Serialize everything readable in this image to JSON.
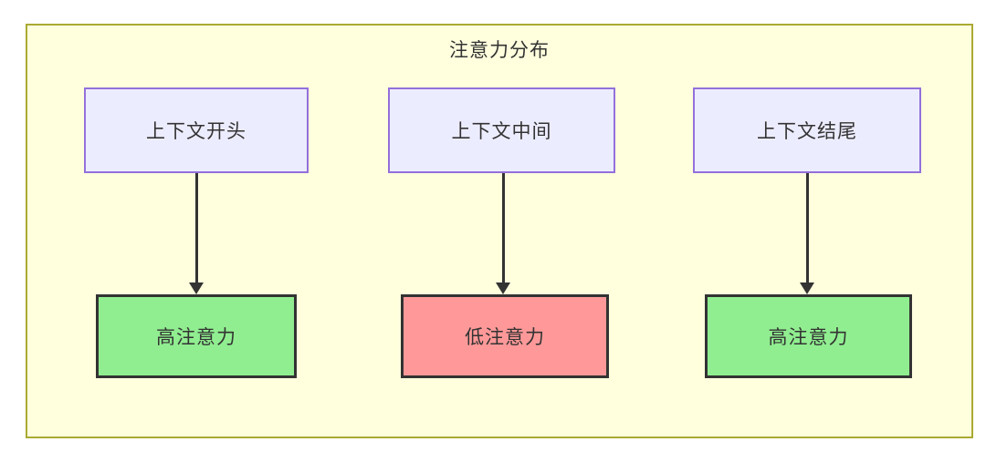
{
  "diagram": {
    "title": "注意力分布",
    "columns": [
      {
        "top": {
          "label": "上下文开头"
        },
        "bottom": {
          "label": "高注意力",
          "level": "high"
        }
      },
      {
        "top": {
          "label": "上下文中间"
        },
        "bottom": {
          "label": "低注意力",
          "level": "low"
        }
      },
      {
        "top": {
          "label": "上下文结尾"
        },
        "bottom": {
          "label": "高注意力",
          "level": "high"
        }
      }
    ],
    "colors": {
      "frame_bg": "#FFFFDE",
      "frame_border": "#AAAA33",
      "node_bg": "#ECECFF",
      "node_border": "#9370DB",
      "high_bg": "#90EE90",
      "low_bg": "#FF9999",
      "result_border": "#333333",
      "arrow": "#333333",
      "text": "#333333"
    }
  }
}
